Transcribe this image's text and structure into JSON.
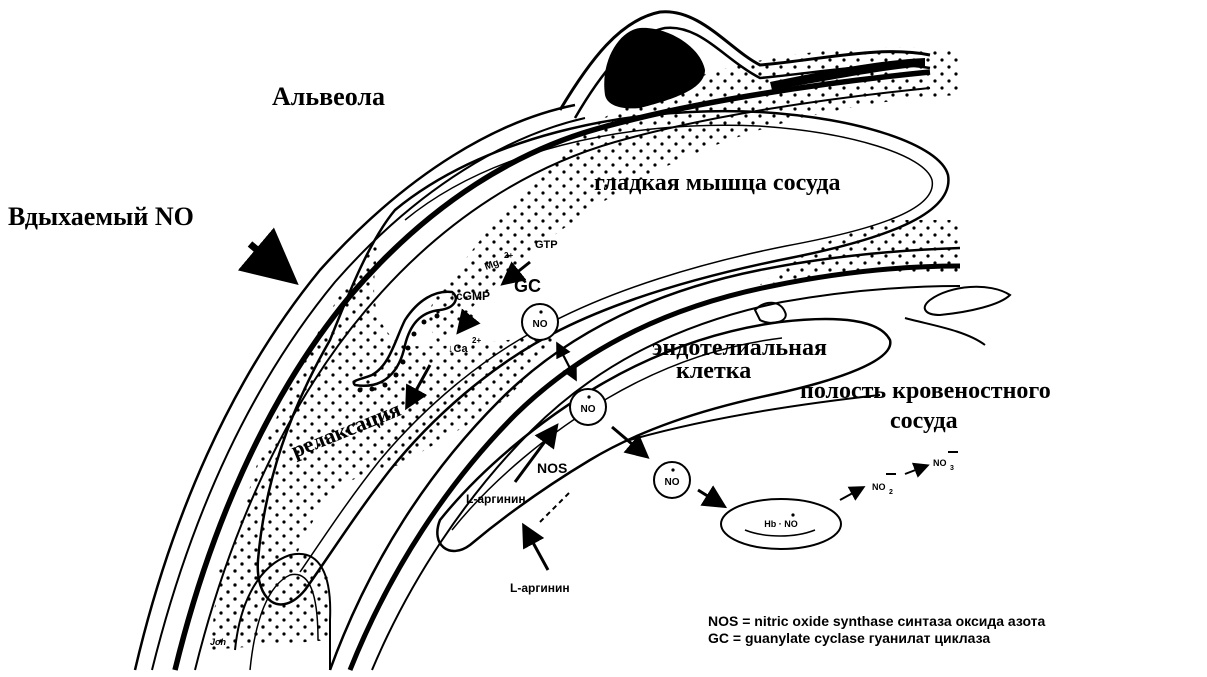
{
  "labels": {
    "alveola": "Альвеола",
    "inhaled_no": "Вдыхаемый NO",
    "smooth_muscle": "гладкая мышца сосуда",
    "endothelial_1": "эндотелиальная",
    "endothelial_2": "клетка",
    "lumen_1": "полость кровеностного",
    "lumen_2": "сосуда",
    "relaxation": "релаксация",
    "gtp": "GTP",
    "mg": "Mg",
    "mg_sup": "2+",
    "gc": "GC",
    "cgmp": "↑cGMP",
    "ca": "↓Ca",
    "ca_sup": "2+",
    "no": "NO",
    "nos": "NOS",
    "l_arginine_inner": "L-аргинин",
    "l_arginine_outer": "L-аргинин",
    "hb_no": "Hb · NO",
    "no2": "NO",
    "no2_sub": "2",
    "no3": "NO",
    "no3_sub": "3",
    "signature": "Joh"
  },
  "legend": {
    "nos_line": "NOS = nitric oxide synthase синтаза оксида азота",
    "gc_line": "GC  = guanylate cyclase гуанилат циклаза"
  }
}
